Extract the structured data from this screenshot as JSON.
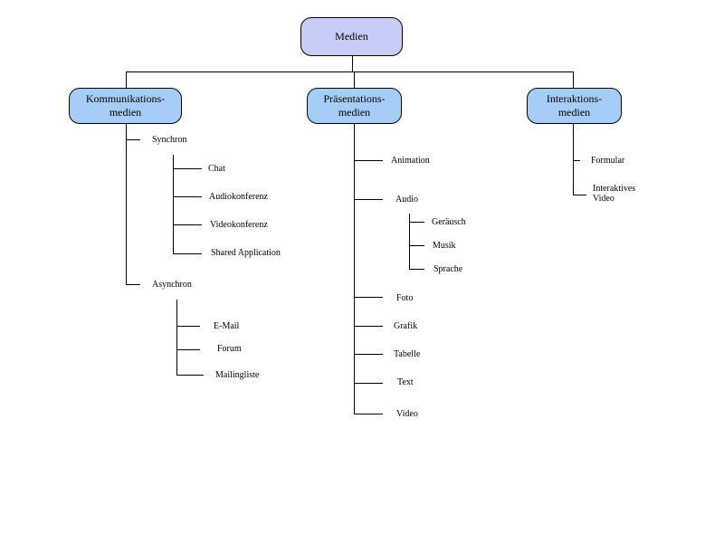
{
  "diagram": {
    "root": {
      "label": "Medien",
      "color": "#c8cdf8"
    },
    "categories": [
      {
        "label": "Kommunikations-\nmedien",
        "color": "#a6cdf5",
        "children": [
          {
            "label": "Synchron",
            "children": [
              "Chat",
              "Audiokonferenz",
              "Videokonferenz",
              "Shared Application"
            ]
          },
          {
            "label": "Asynchron",
            "children": [
              "E-Mail",
              "Forum",
              "Mailingliste"
            ]
          }
        ]
      },
      {
        "label": "Präsentations-\nmedien",
        "color": "#a6cdf5",
        "children": [
          {
            "label": "Animation"
          },
          {
            "label": "Audio",
            "children": [
              "Geräusch",
              "Musik",
              "Sprache"
            ]
          },
          {
            "label": "Foto"
          },
          {
            "label": "Grafik"
          },
          {
            "label": "Tabelle"
          },
          {
            "label": "Text"
          },
          {
            "label": "Video"
          }
        ]
      },
      {
        "label": "Interaktions-\nmedien",
        "color": "#a6cdf5",
        "children": [
          {
            "label": "Formular"
          },
          {
            "label": "Interaktives\nVideo"
          }
        ]
      }
    ]
  }
}
